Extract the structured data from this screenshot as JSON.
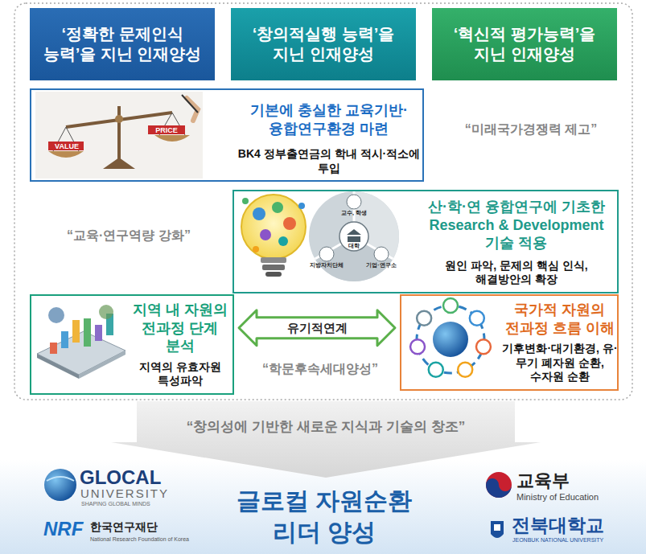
{
  "diagram": {
    "nodes": [
      {
        "text": [
          "‘정확한 문제인식 능력’을 지닌 인재양성"
        ]
      },
      {
        "text": [
          "‘창의적실행 능력’을 지닌 인재양성"
        ]
      },
      {
        "text": [
          "‘혁신적 평가능력’을 지닌 인재양성"
        ]
      },
      {
        "text": [
          "기본에 충실한 교육기반·융합연구환경 마련",
          "BK4 정부출연금의 학내 적시·적소에 투입"
        ]
      },
      {
        "text": [
          "산·학·연 융합연구에 기초한 Research & Development 기술 적용",
          "원인 파악, 문제의 핵심 인식, 해결방안의 확장"
        ]
      },
      {
        "text": [
          "지역 내 자원의 전과정 단계 분석",
          "지역의 유효자원 특성파악"
        ]
      },
      {
        "text": [
          "국가적 자원의 전과정 흐름 이해",
          "기후변화·대기환경, 유·무기 폐자원 순환, 수자원 순환"
        ]
      },
      {
        "text": [
          "글로컬 자원순환 리더 양성"
        ]
      }
    ],
    "edges": [
      {
        "from": 5,
        "to": 6,
        "arrow": "both",
        "label": "유기적연계"
      }
    ],
    "labels": [
      "“미래국가경쟁력 제고”",
      "“교육·연구역량 강화”",
      "“학문후속세대양성”",
      "“창의성에 기반한 새로운 지식과 기술의 창조”",
      "VALUE",
      "PRICE",
      "교수, 학생",
      "대학",
      "지방자치단체",
      "기업·연구소",
      "GLOCAL",
      "UNIVERSITY",
      "SHAPING GLOBAL MINDS",
      "NRF",
      "한국연구재단",
      "National Research Foundation of Korea",
      "교육부",
      "Ministry of Education",
      "전북대학교",
      "JEONBUK NATIONAL UNIVERSITY"
    ]
  }
}
